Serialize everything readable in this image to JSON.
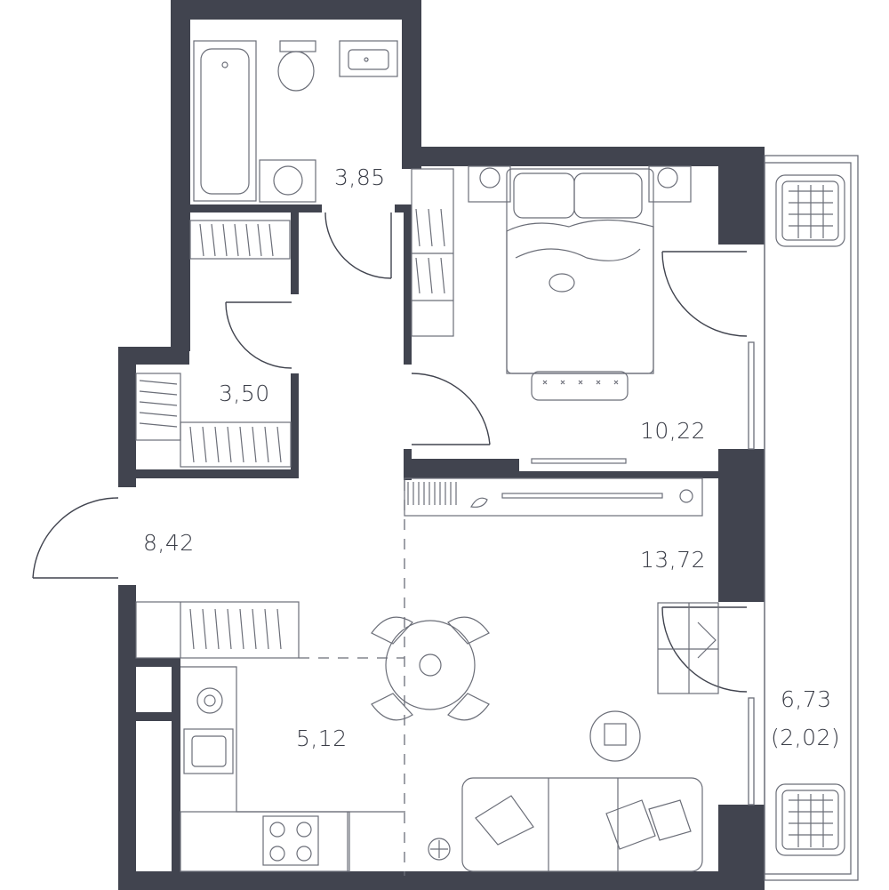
{
  "colors": {
    "wall": "#41444f",
    "furniture_line": "#6b6e78",
    "background": "#ffffff",
    "text": "#3a3d47"
  },
  "rooms": {
    "bathroom": {
      "area": "3,85"
    },
    "wardrobe": {
      "area": "3,50"
    },
    "hallway": {
      "area": "8,42"
    },
    "bedroom": {
      "area": "10,22"
    },
    "living_room": {
      "area": "13,72"
    },
    "kitchen": {
      "area": "5,12"
    },
    "balcony": {
      "area": "6,73",
      "area_reduced": "(2,02)"
    }
  }
}
